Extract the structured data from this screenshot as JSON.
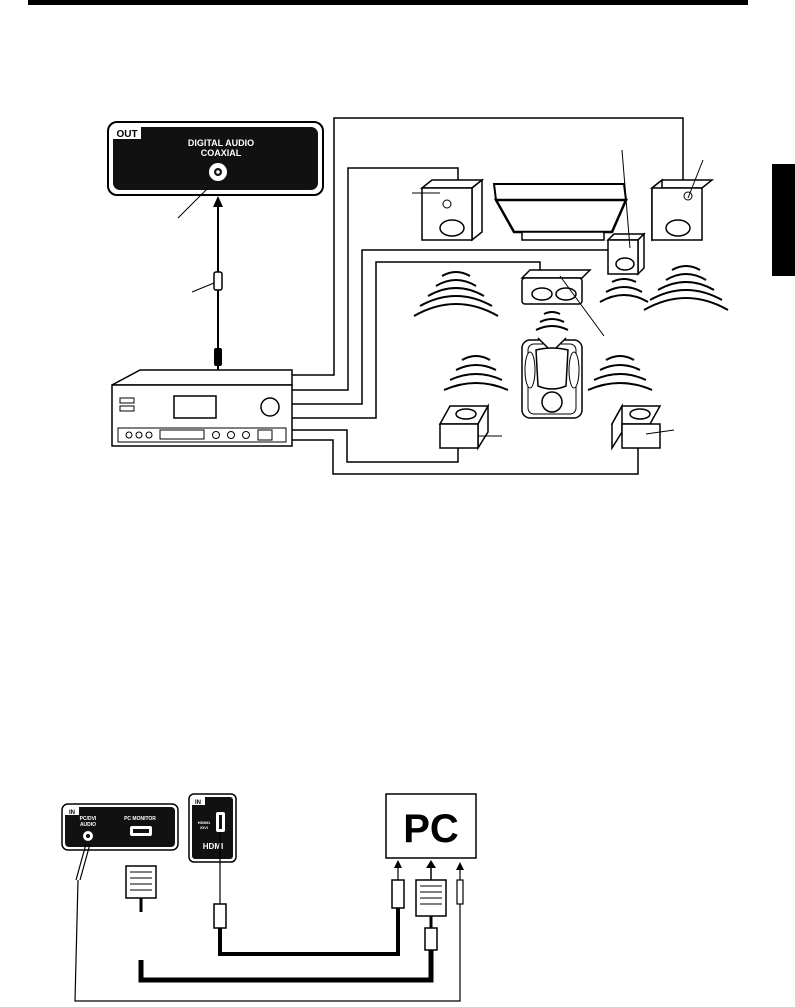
{
  "audio_panel": {
    "out_label": "OUT",
    "line1": "DIGITAL AUDIO",
    "line2": "COAXIAL"
  },
  "pc_panel": {
    "in_label": "IN",
    "audio_label_1": "PC/DVI",
    "audio_label_2": "AUDIO",
    "monitor_label": "PC MONITOR"
  },
  "hdmi_panel": {
    "in_label": "IN",
    "label_1": "HDMI1",
    "label_2": "/DVI",
    "logo": "HDMI"
  },
  "pc_box": {
    "label": "PC"
  }
}
